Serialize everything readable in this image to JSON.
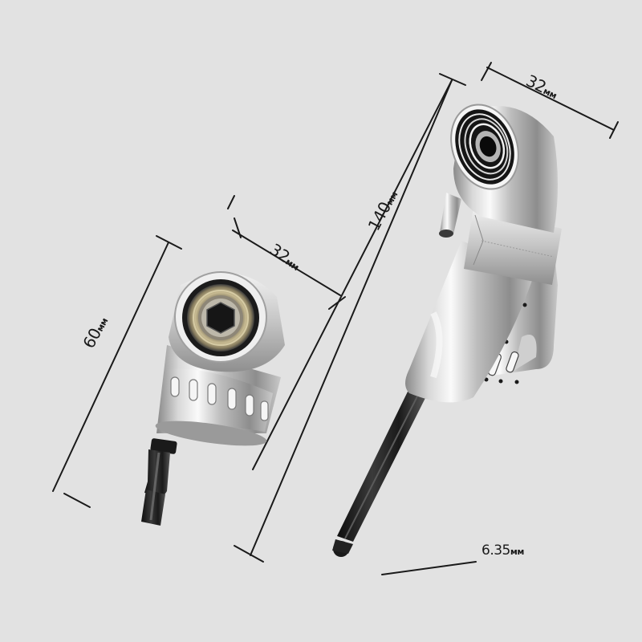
{
  "image": {
    "background_color": "#e2e2e2",
    "subject": "Two right-angle screwdriver bit extension adapters with dimension annotations"
  },
  "products": [
    {
      "name": "short-angle-adapter",
      "description": "Compact 105-degree angle adapter with bearing head and 1/4 hex shank",
      "dimensions": {
        "height": {
          "value": "60",
          "unit": "мм"
        },
        "head_width": {
          "value": "32",
          "unit": "мм"
        }
      }
    },
    {
      "name": "long-angle-adapter",
      "description": "Long right-angle adapter with chrome body, grip lever and extended hex shank",
      "dimensions": {
        "length": {
          "value": "140",
          "unit": "мм"
        },
        "head_width": {
          "value": "32",
          "unit": "мм"
        },
        "shank_size": {
          "value": "6.35",
          "unit": "мм"
        }
      }
    }
  ],
  "labels": {
    "short_height": {
      "num": "60",
      "unit": "мм"
    },
    "short_width": {
      "num": "32",
      "unit": "мм"
    },
    "long_length": {
      "num": "140",
      "unit": "мм"
    },
    "long_width": {
      "num": "32",
      "unit": "мм"
    },
    "shank": {
      "num": "6.35",
      "unit": "мм"
    }
  },
  "colors": {
    "dimension_line": "#1a1a1a",
    "chrome_light": "#f4f4f4",
    "chrome_mid": "#b9b9b9",
    "chrome_dark": "#6e6e6e",
    "shank_black": "#1c1c1c",
    "bearing_brass": "#a89a72"
  }
}
